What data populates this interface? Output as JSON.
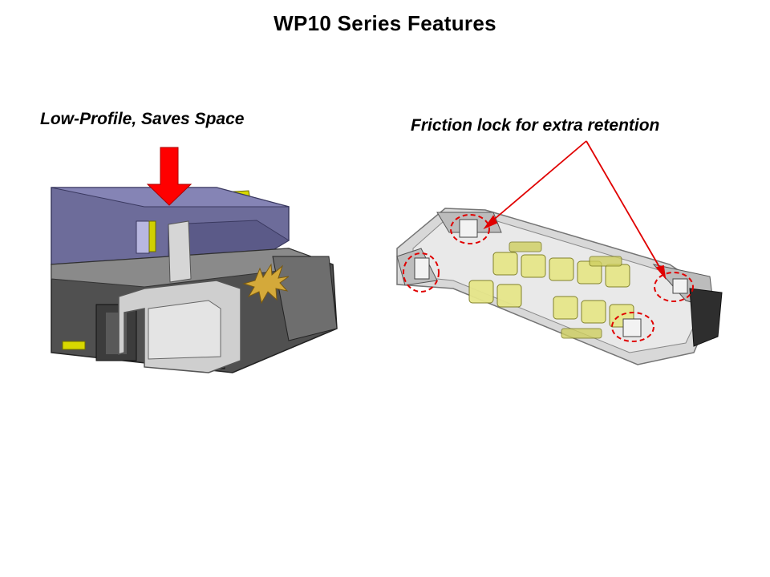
{
  "slide": {
    "title": "WP10 Series Features"
  },
  "left_panel": {
    "caption": "Low-Profile, Saves Space",
    "image_icon": "connector-side-view-illustration",
    "arrow_color": "#ff0000",
    "burst_color": "#d4a93a"
  },
  "right_panel": {
    "caption": "Friction lock for extra retention",
    "image_icon": "connector-top-view-illustration",
    "callout_color": "#e00000"
  }
}
